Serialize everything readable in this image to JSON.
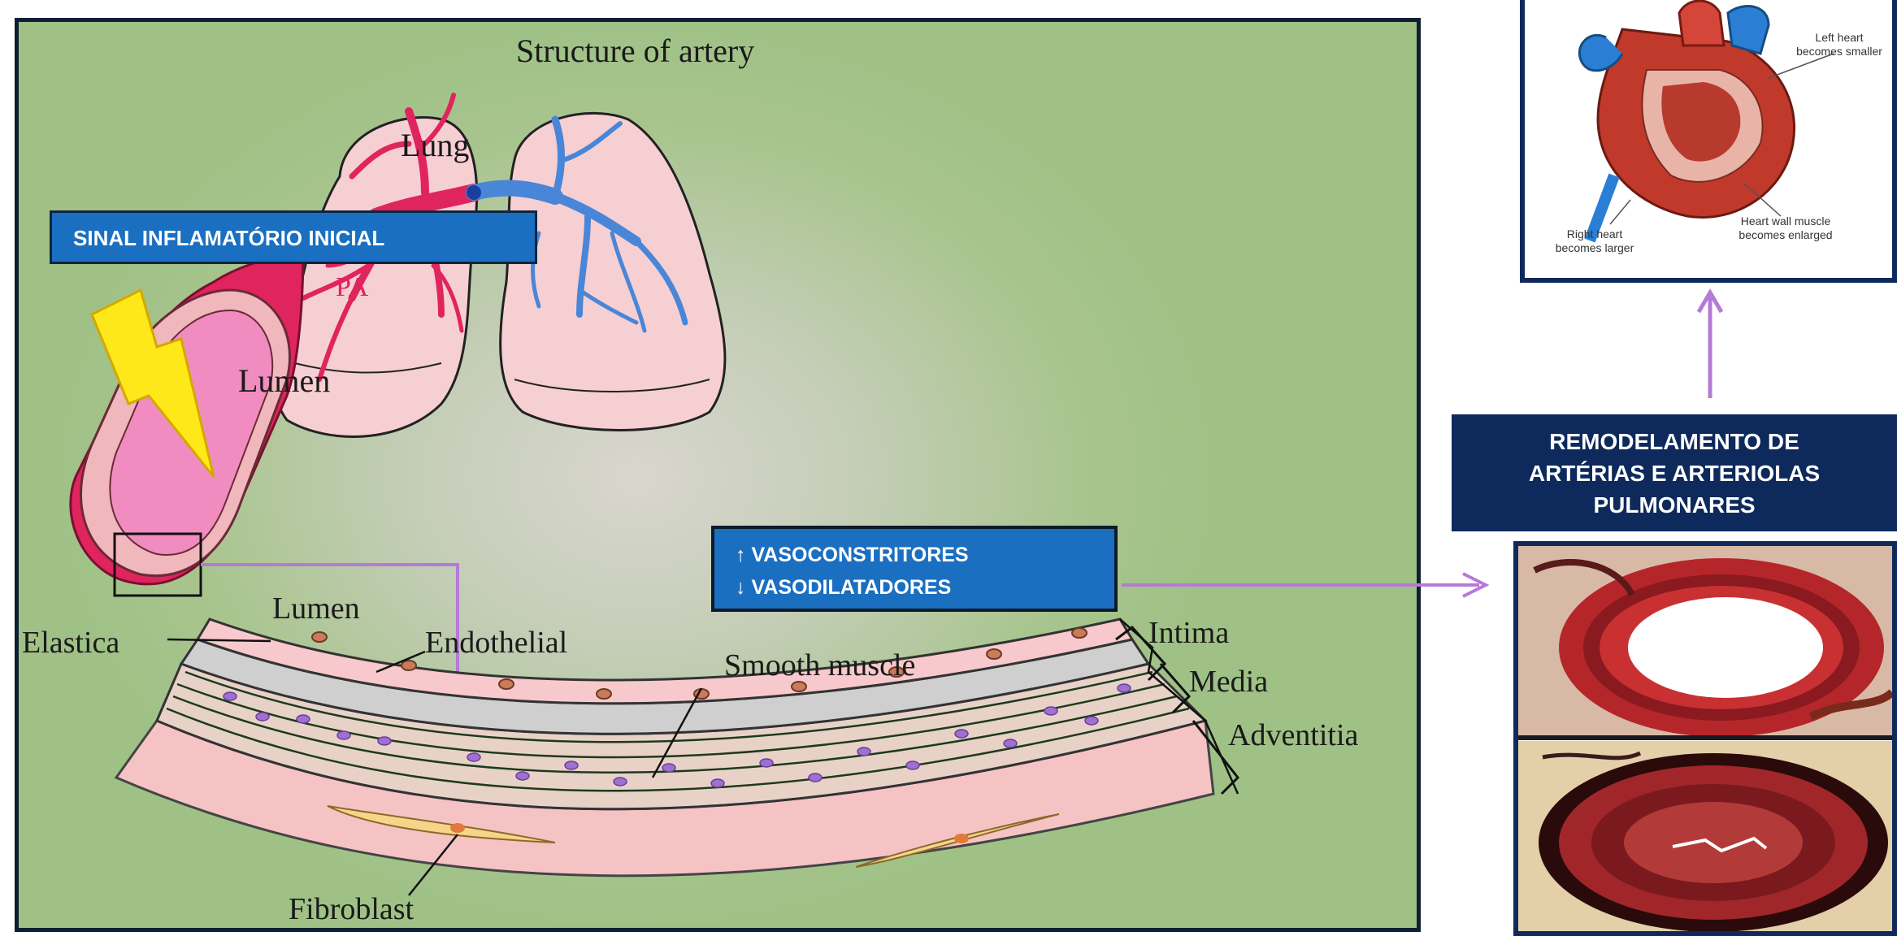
{
  "diagram": {
    "title": "Structure of artery",
    "labels": {
      "lung": "Lung",
      "pa": "PA",
      "lumen_top": "Lumen",
      "lumen_bottom": "Lumen",
      "elastica": "Elastica",
      "endothelial": "Endothelial",
      "smooth_muscle": "Smooth muscle",
      "intima": "Intima",
      "media": "Media",
      "adventitia": "Adventitia",
      "fibroblast": "Fibroblast"
    }
  },
  "callouts": {
    "inflammatory_signal": "SINAL INFLAMATÓRIO INICIAL",
    "vasoconstrictors": "↑ VASOCONSTRITORES",
    "vasodilators": "↓ VASODILATADORES",
    "remodeling_line1": "REMODELAMENTO DE",
    "remodeling_line2": "ARTÉRIAS E ARTERIOLAS",
    "remodeling_line3": "PULMONARES"
  },
  "heart_figure": {
    "left_heart_line1": "Left heart",
    "left_heart_line2": "becomes smaller",
    "right_heart_line1": "Right heart",
    "right_heart_line2": "becomes larger",
    "wall_line1": "Heart wall muscle",
    "wall_line2": "becomes enlarged"
  },
  "colors": {
    "panel_border": "#0d1f33",
    "blue_box": "#1a6fc0",
    "navy_box": "#0e2a5c",
    "arrow": "#b57ad6",
    "artery_red": "#e0245e",
    "vein_blue": "#4a86d8",
    "lung_fill": "#f6cfd2"
  },
  "icons": [
    "lightning-icon",
    "arrow-up-icon",
    "arrow-right-icon"
  ]
}
